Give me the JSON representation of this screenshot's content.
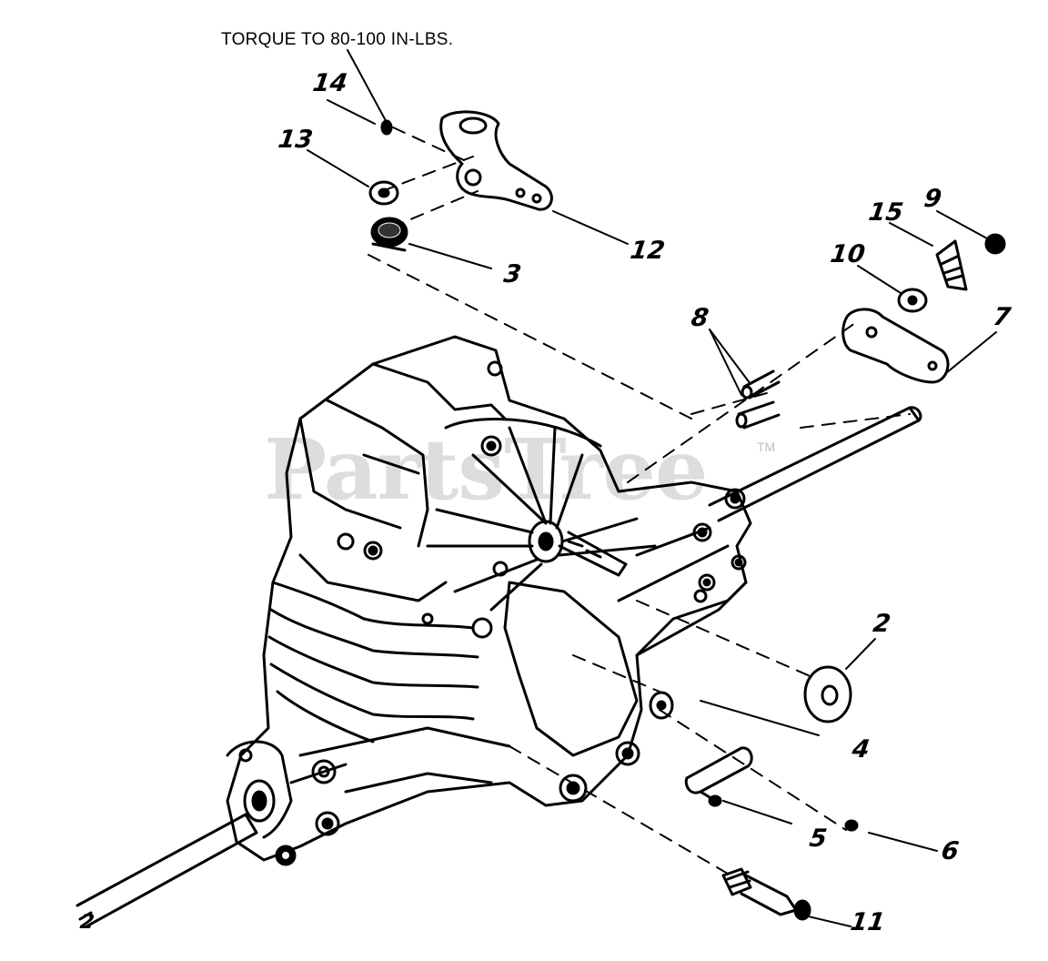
{
  "note": "TORQUE TO 80-100 IN-LBS.",
  "watermark": "PartsTree",
  "watermark_tm": "TM",
  "callouts": [
    {
      "id": "c1",
      "label": "14"
    },
    {
      "id": "c2",
      "label": "13"
    },
    {
      "id": "c3",
      "label": "12"
    },
    {
      "id": "c4",
      "label": "3"
    },
    {
      "id": "c5",
      "label": "15"
    },
    {
      "id": "c6",
      "label": "9"
    },
    {
      "id": "c7",
      "label": "10"
    },
    {
      "id": "c8",
      "label": "8"
    },
    {
      "id": "c9",
      "label": "7"
    },
    {
      "id": "c10",
      "label": "2"
    },
    {
      "id": "c11",
      "label": "4"
    },
    {
      "id": "c12",
      "label": "5"
    },
    {
      "id": "c13",
      "label": "6"
    },
    {
      "id": "c14",
      "label": "11"
    },
    {
      "id": "c15",
      "label": "2"
    }
  ]
}
